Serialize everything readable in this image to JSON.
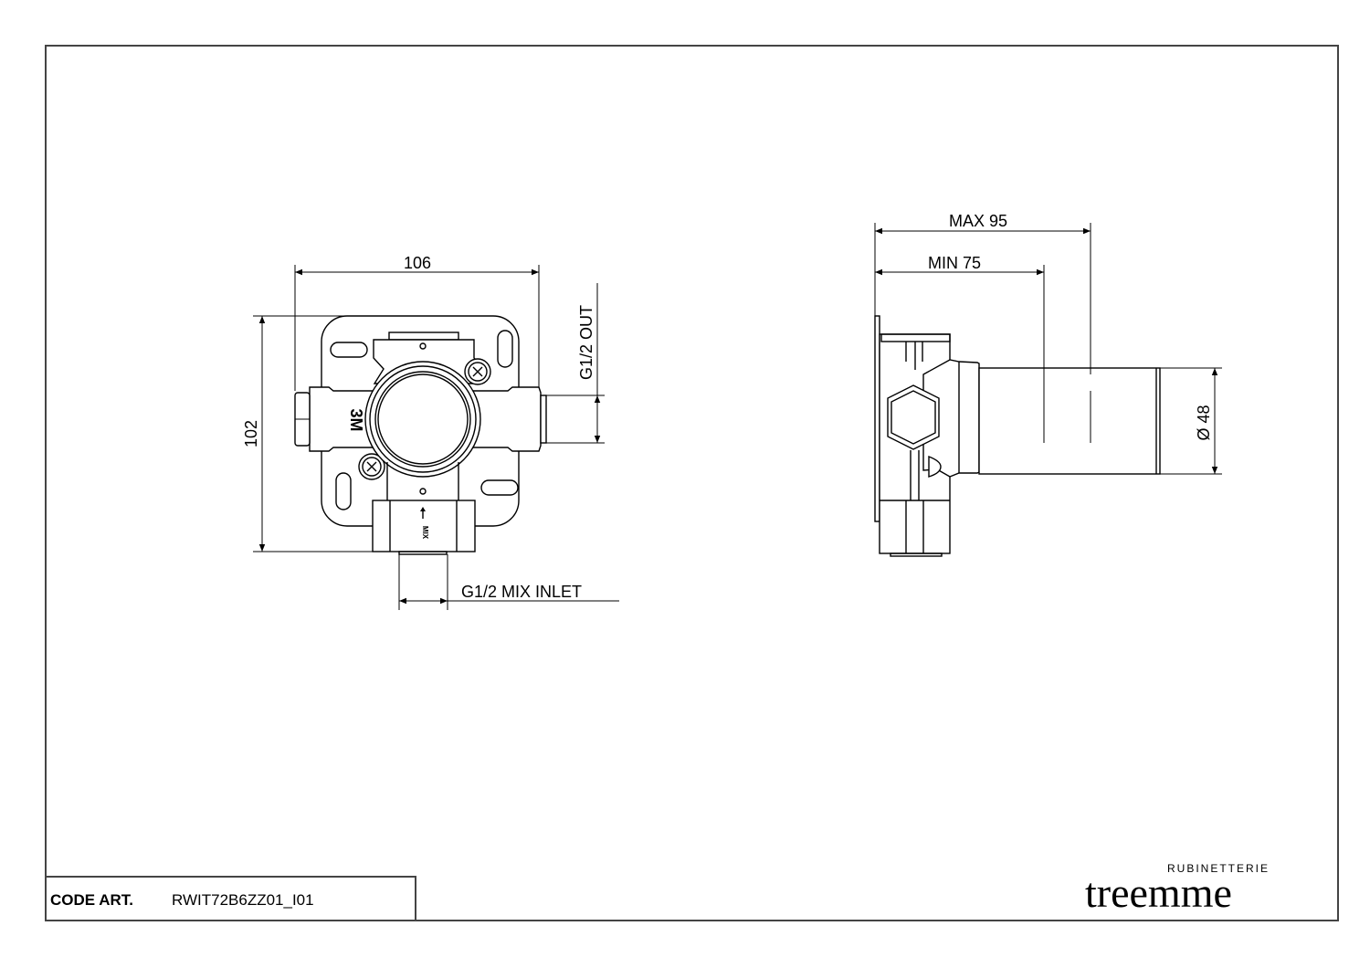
{
  "drawing": {
    "front_view": {
      "width_dim": "106",
      "height_dim": "102",
      "outlet_label": "G1/2 OUT",
      "inlet_label": "G1/2 MIX INLET",
      "body_marking": "3M",
      "inlet_marking": "MIX"
    },
    "side_view": {
      "max_depth_dim": "MAX 95",
      "min_depth_dim": "MIN 75",
      "diameter_dim": "Ø 48"
    }
  },
  "title_block": {
    "code_label": "CODE ART.",
    "code_value": "RWIT72B6ZZ01_I01"
  },
  "brand": {
    "subtitle": "RUBINETTERIE",
    "name": "treemme"
  }
}
